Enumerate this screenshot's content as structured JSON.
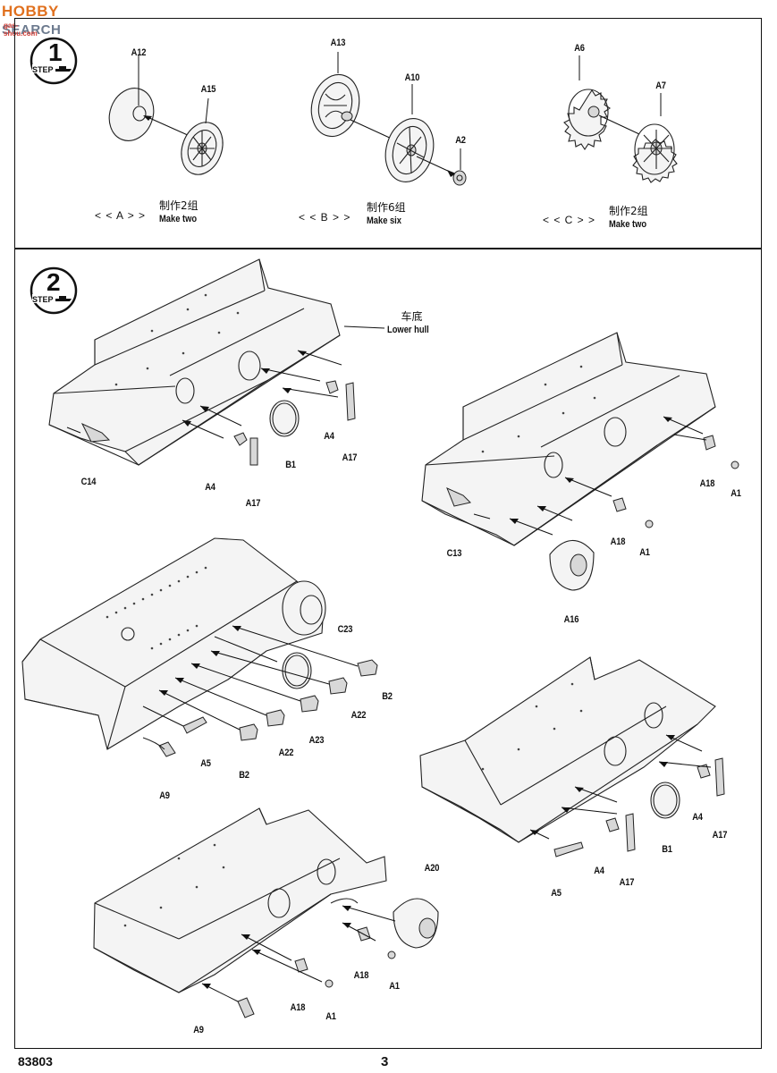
{
  "watermark": {
    "brand_a": "HOBBY",
    "brand_b": "SEARCH",
    "sub": "gas-shou.com"
  },
  "step1": {
    "badge_number": "1",
    "badge_word": "STEP",
    "groups": [
      {
        "variant": "< < A > >",
        "cn": "制作2组",
        "en": "Make two",
        "parts": [
          "A12",
          "A15"
        ]
      },
      {
        "variant": "< < B > >",
        "cn": "制作6组",
        "en": "Make six",
        "parts": [
          "A13",
          "A10",
          "A2"
        ]
      },
      {
        "variant": "< < C > >",
        "cn": "制作2组",
        "en": "Make two",
        "parts": [
          "A6",
          "A7"
        ]
      }
    ]
  },
  "step2": {
    "badge_number": "2",
    "badge_word": "STEP",
    "callout": {
      "cn": "车底",
      "en": "Lower hull"
    },
    "labels": {
      "h1": [
        "C14",
        "A4",
        "A17",
        "B1",
        "A4",
        "A17"
      ],
      "h2": [
        "C13",
        "A16",
        "A18",
        "A1",
        "A18",
        "A1"
      ],
      "h3": [
        "C23",
        "B2",
        "A22",
        "A23",
        "A22",
        "B2",
        "A5",
        "A9"
      ],
      "h4": [
        "A4",
        "A17",
        "B1",
        "A4",
        "A17",
        "A5"
      ],
      "h5": [
        "A20",
        "A18",
        "A1",
        "A18",
        "A1",
        "A9"
      ]
    }
  },
  "footer": {
    "code": "83803",
    "page": "3"
  }
}
